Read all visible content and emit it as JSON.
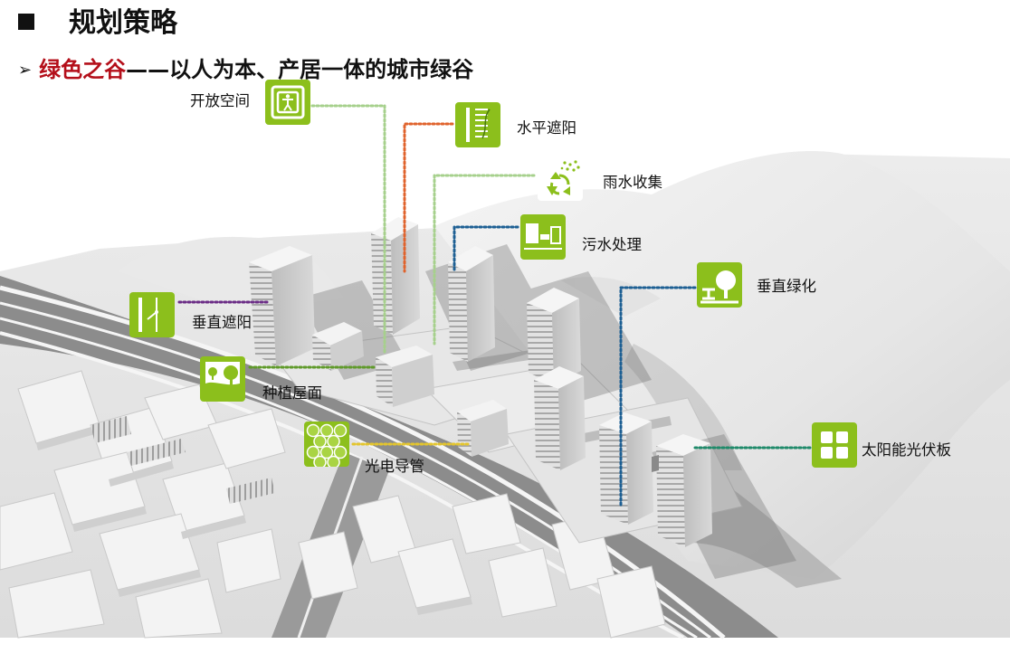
{
  "header": {
    "title": "规划策略",
    "subtitle_highlight": "绿色之谷",
    "subtitle_rest": "——以人为本、产居一体的城市绿谷"
  },
  "colors": {
    "accent_green": "#8cbf1c",
    "title_red": "#b40f1a",
    "line_light_green": "#a6d08c",
    "line_orange": "#e0632d",
    "line_blue": "#1d5f93",
    "line_purple": "#6b2d86",
    "line_olive": "#5f9a2a",
    "line_yellow": "#e3c52e",
    "line_teal": "#1f8a6a"
  },
  "callouts": [
    {
      "id": "open-space",
      "label": "开放空间",
      "icon": "open-space-icon"
    },
    {
      "id": "horizontal-shading",
      "label": "水平遮阳",
      "icon": "horizontal-shading-icon"
    },
    {
      "id": "rainwater-collection",
      "label": "雨水收集",
      "icon": "rainwater-recycle-icon"
    },
    {
      "id": "sewage-treatment",
      "label": "污水处理",
      "icon": "sewage-treatment-icon"
    },
    {
      "id": "vertical-greening",
      "label": "垂直绿化",
      "icon": "vertical-greening-icon"
    },
    {
      "id": "vertical-shading",
      "label": "垂直遮阳",
      "icon": "vertical-shading-icon"
    },
    {
      "id": "planted-roof",
      "label": "种植屋面",
      "icon": "planted-roof-icon"
    },
    {
      "id": "light-pipe",
      "label": "光电导管",
      "icon": "light-pipe-icon"
    },
    {
      "id": "solar-pv",
      "label": "太阳能光伏板",
      "icon": "solar-panel-icon"
    }
  ]
}
